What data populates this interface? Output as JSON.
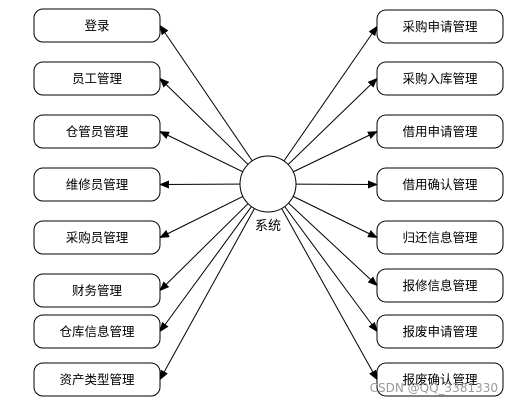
{
  "center": {
    "label": "系统"
  },
  "left_nodes": [
    {
      "label": "登录"
    },
    {
      "label": "员工管理"
    },
    {
      "label": "仓管员管理"
    },
    {
      "label": "维修员管理"
    },
    {
      "label": "采购员管理"
    },
    {
      "label": "财务管理"
    },
    {
      "label": "仓库信息管理"
    },
    {
      "label": "资产类型管理"
    }
  ],
  "right_nodes": [
    {
      "label": "采购申请管理"
    },
    {
      "label": "采购入库管理"
    },
    {
      "label": "借用申请管理"
    },
    {
      "label": "借用确认管理"
    },
    {
      "label": "归还信息管理"
    },
    {
      "label": "报修信息管理"
    },
    {
      "label": "报废申请管理"
    },
    {
      "label": "报废确认管理"
    }
  ],
  "watermark": "CSDN @QQ_3381330"
}
